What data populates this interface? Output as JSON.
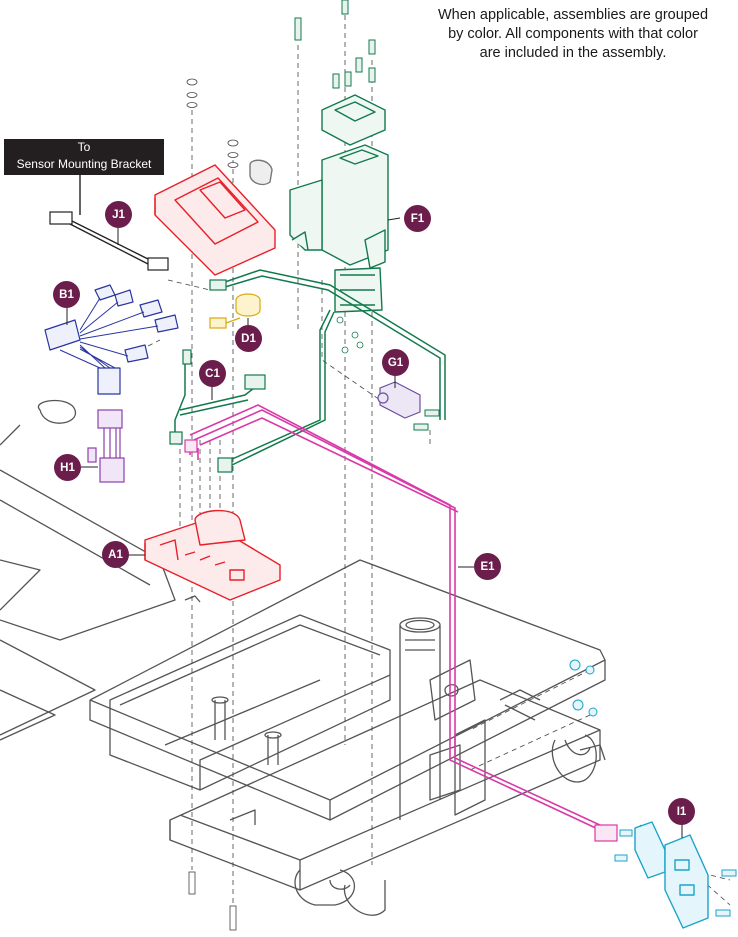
{
  "note": {
    "lines": [
      "When applicable, assemblies are grouped",
      "by color. All components with that color",
      "are included in the assembly."
    ]
  },
  "sensor_label": {
    "line1": "To",
    "line2": "Sensor Mounting Bracket"
  },
  "callouts": {
    "j1": "J1",
    "f1": "F1",
    "b1": "B1",
    "d1": "D1",
    "g1": "G1",
    "c1": "C1",
    "h1": "H1",
    "a1": "A1",
    "e1": "E1",
    "i1": "I1"
  },
  "colors": {
    "red": "#e8202a",
    "green": "#137a4d",
    "blue": "#2a35a0",
    "pink": "#d93aa8",
    "purple": "#8d3fae",
    "yellow": "#f2c21b",
    "cyan": "#1ca3c9",
    "frame": "#555555",
    "callout": "#6b1d4b"
  }
}
